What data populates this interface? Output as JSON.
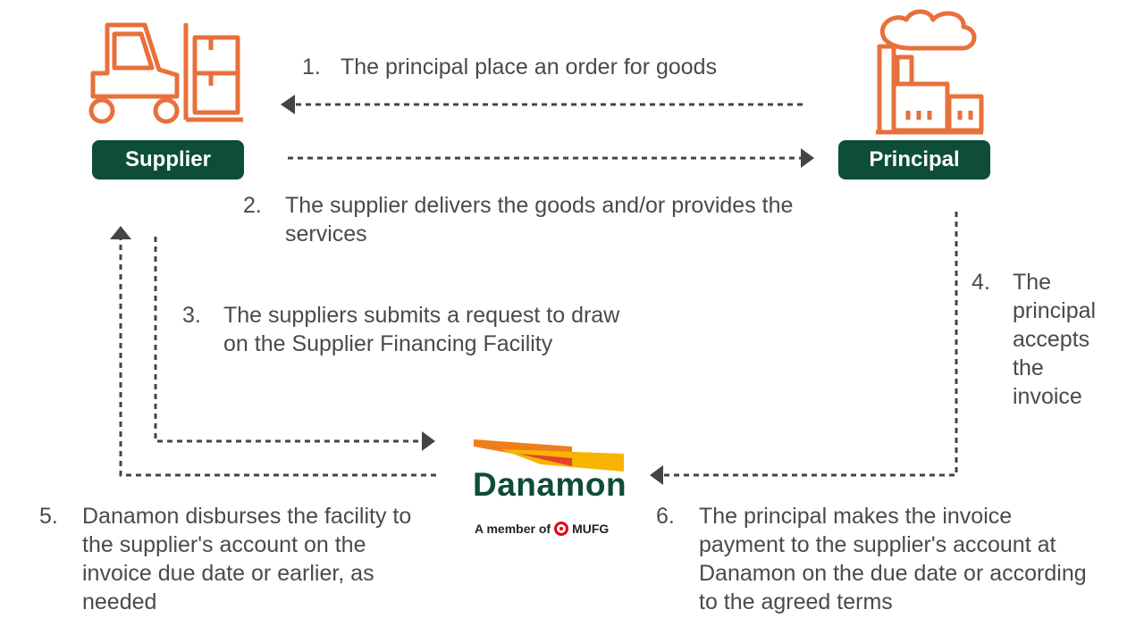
{
  "nodes": {
    "supplier": {
      "label": "Supplier"
    },
    "principal": {
      "label": "Principal"
    },
    "danamon": {
      "name": "Danamon",
      "member_of": "A member of",
      "group": "MUFG"
    }
  },
  "steps": [
    {
      "num": "1.",
      "text": "The principal place an order for goods"
    },
    {
      "num": "2.",
      "text": "The supplier delivers the goods and/or provides the services"
    },
    {
      "num": "3.",
      "text": "The suppliers submits a request to draw on the Supplier Financing Facility"
    },
    {
      "num": "4.",
      "text": "The principal accepts the invoice"
    },
    {
      "num": "5.",
      "text": "Danamon disburses the facility to the supplier's account on the invoice due date or earlier, as needed"
    },
    {
      "num": "6.",
      "text": "The principal makes the invoice payment to the supplier's account at Danamon on the due date or according to the agreed terms"
    }
  ],
  "colors": {
    "icon": "#e8703a",
    "badge": "#0e4d3a",
    "arrow": "#444444",
    "logo_green": "#0e4d3a",
    "logo_orange": "#ef7d1a",
    "logo_yellow": "#f7b500",
    "mufg_red": "#e60012"
  },
  "icons": {
    "supplier": "forklift-icon",
    "principal": "factory-icon"
  }
}
